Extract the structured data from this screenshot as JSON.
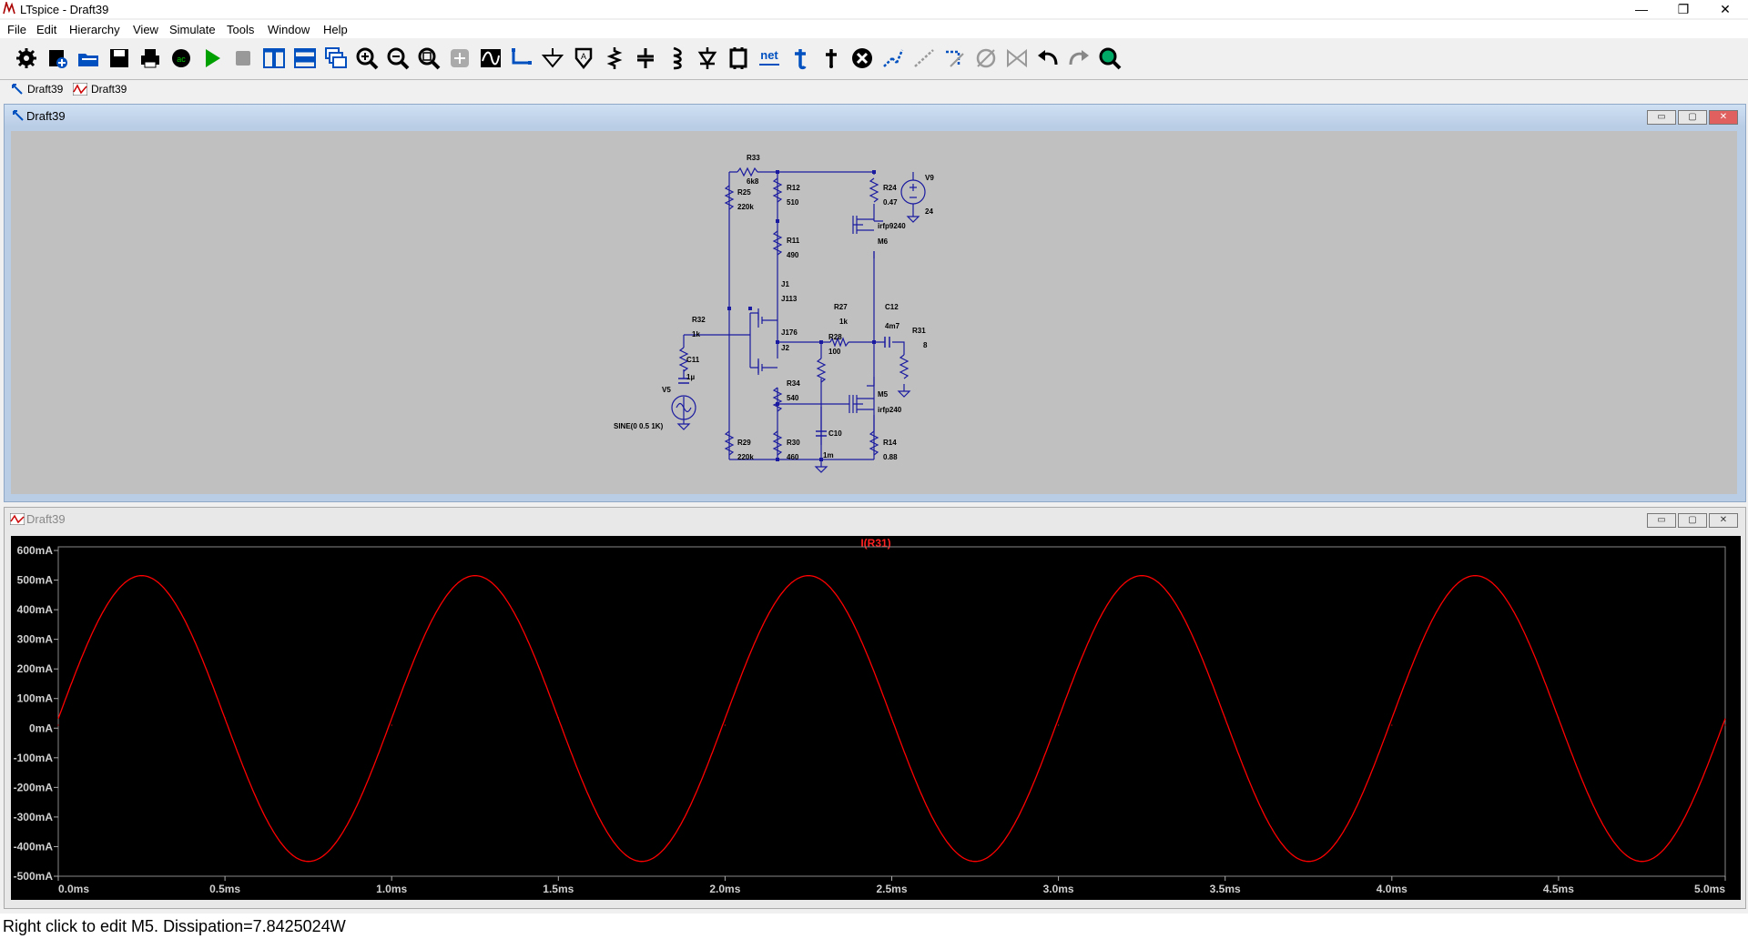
{
  "window": {
    "title": "LTspice - Draft39",
    "minimize": "—",
    "maximize": "❐",
    "close": "✕"
  },
  "menu": [
    "File",
    "Edit",
    "Hierarchy",
    "View",
    "Simulate",
    "Tools",
    "Window",
    "Help"
  ],
  "toolbar": [
    "settings-icon",
    "new-schematic-icon",
    "open-icon",
    "save-icon",
    "print-icon",
    "netlist-icon",
    "run-icon",
    "halt-icon",
    "tile-vertical-icon",
    "tile-horizontal-icon",
    "cascade-icon",
    "zoom-in-icon",
    "zoom-out-icon",
    "zoom-fit-icon",
    "zoom-full-icon",
    "waveform-icon",
    "wire-icon",
    "ground-icon",
    "label-icon",
    "resistor-icon",
    "capacitor-icon",
    "inductor-icon",
    "diode-icon",
    "component-icon",
    "net-icon",
    "text-icon",
    "spice-directive-icon",
    "delete-icon",
    "drag-icon",
    "move-icon",
    "mirror-icon",
    "rotate-icon",
    "undo-icon",
    "redo-icon",
    "find-icon"
  ],
  "toolbar_net_text": "net",
  "tabs": [
    {
      "label": "Draft39",
      "icon": "schematic-icon"
    },
    {
      "label": "Draft39",
      "icon": "waveform-icon"
    }
  ],
  "schematic_window": {
    "title": "Draft39"
  },
  "plot_window": {
    "title": "Draft39"
  },
  "mdi_buttons": {
    "min": "▭",
    "max": "▢",
    "close": "✕"
  },
  "components": {
    "R33": [
      "R33",
      "6k8"
    ],
    "R25": [
      "R25",
      "220k"
    ],
    "R12": [
      "R12",
      "510"
    ],
    "R24": [
      "R24",
      "0.47"
    ],
    "V9": [
      "V9",
      "24"
    ],
    "M6": [
      "irfp9240",
      "M6"
    ],
    "R11": [
      "R11",
      "490"
    ],
    "J1": [
      "J1",
      "J113"
    ],
    "R27": [
      "R27",
      "1k"
    ],
    "C12": [
      "C12",
      "4m7"
    ],
    "R31": [
      "R31",
      "8"
    ],
    "R32": [
      "R32",
      "1k"
    ],
    "J2": [
      "J176",
      "J2"
    ],
    "R28": [
      "R28",
      "100"
    ],
    "C11": [
      "C11",
      "1µ"
    ],
    "R34": [
      "R34",
      "540"
    ],
    "M5": [
      "M5",
      "irfp240"
    ],
    "V5": [
      "V5",
      "SINE(0 0.5 1K)"
    ],
    "R29": [
      "R29",
      "220k"
    ],
    "R30": [
      "R30",
      "460"
    ],
    "C10": [
      "C10",
      "1m"
    ],
    "R14": [
      "R14",
      "0.88"
    ]
  },
  "chart_data": {
    "type": "line",
    "title": "I(R31)",
    "x_ticks": [
      "0.0ms",
      "0.5ms",
      "1.0ms",
      "1.5ms",
      "2.0ms",
      "2.5ms",
      "3.0ms",
      "3.5ms",
      "4.0ms",
      "4.5ms",
      "5.0ms"
    ],
    "y_ticks": [
      "600mA",
      "500mA",
      "400mA",
      "300mA",
      "200mA",
      "100mA",
      "0mA",
      "-100mA",
      "-200mA",
      "-300mA",
      "-400mA",
      "-500mA"
    ],
    "xlim": [
      0,
      5
    ],
    "ylim": [
      -500,
      600
    ],
    "x_unit": "ms",
    "y_unit": "mA",
    "series": [
      {
        "name": "I(R31)",
        "color": "#ff0000",
        "x": [
          0,
          0.25,
          0.5,
          0.75,
          1.0,
          1.25,
          1.5,
          1.75,
          2.0,
          2.25,
          2.5,
          2.75,
          3.0,
          3.25,
          3.5,
          3.75,
          4.0,
          4.25,
          4.5,
          4.75,
          5.0
        ],
        "y": [
          10,
          515,
          35,
          -450,
          10,
          515,
          35,
          -450,
          10,
          515,
          35,
          -450,
          10,
          515,
          35,
          -450,
          10,
          515,
          35,
          -450,
          10
        ]
      }
    ],
    "background": "#000000",
    "grid": false
  },
  "status": "Right click to edit M5.   Dissipation=7.8425024W"
}
